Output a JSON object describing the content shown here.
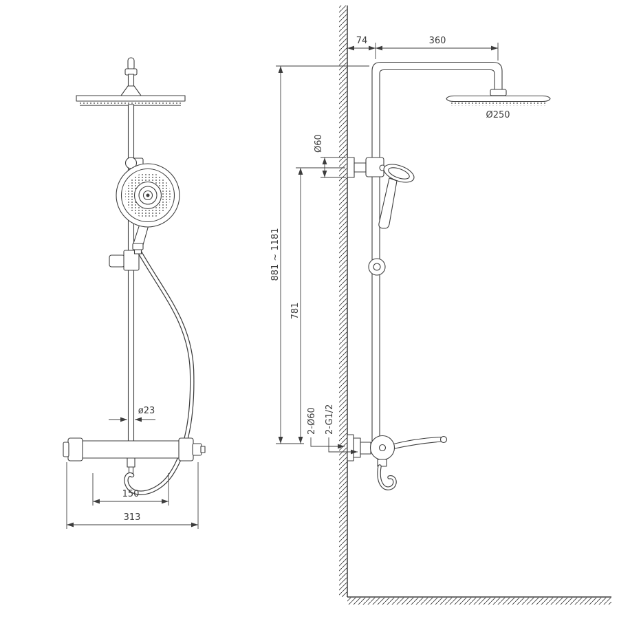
{
  "colors": {
    "line_color": "#3d3d3d",
    "background": "#ffffff"
  },
  "front_view": {
    "pipe_diameter_label": "ø23",
    "inlet_spacing_label": "150",
    "overall_width_label": "313"
  },
  "side_view": {
    "wall_offset_label": "74",
    "arm_length_label": "360",
    "head_diameter_label": "Ø250",
    "bracket_diameter_label": "Ø60",
    "height_range_label": "881 ~ 1181",
    "riser_height_label": "781",
    "wall_inlet_diameter_label": "2-Ø60",
    "wall_inlet_thread_label": "2-G1/2"
  }
}
